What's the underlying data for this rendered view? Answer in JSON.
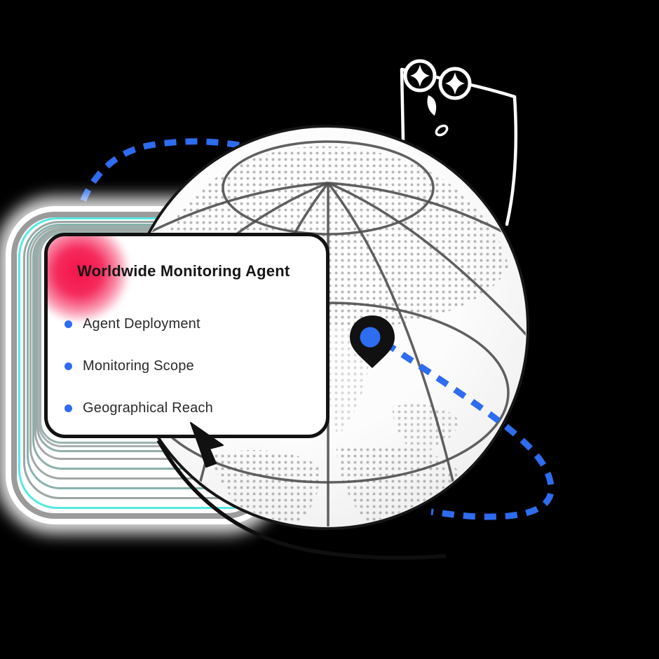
{
  "card": {
    "title": "Worldwide Monitoring Agent",
    "items": [
      {
        "label": "Agent Deployment"
      },
      {
        "label": "Monitoring Scope"
      },
      {
        "label": "Geographical Reach"
      }
    ]
  },
  "colors": {
    "background": "#000000",
    "accent-blue": "#2e6cf0",
    "accent-cyan": "#56e9e2",
    "accent-red": "#f4134b",
    "card-border": "#121212",
    "globe-line": "#4f4f4f",
    "trail-gray": "#9b9b9b"
  },
  "icons": {
    "pin": "location-pin-icon",
    "sparkle": "sparkle-icon",
    "cursor": "cursor-arrow-icon",
    "bullet": "bullet-dot-icon"
  }
}
